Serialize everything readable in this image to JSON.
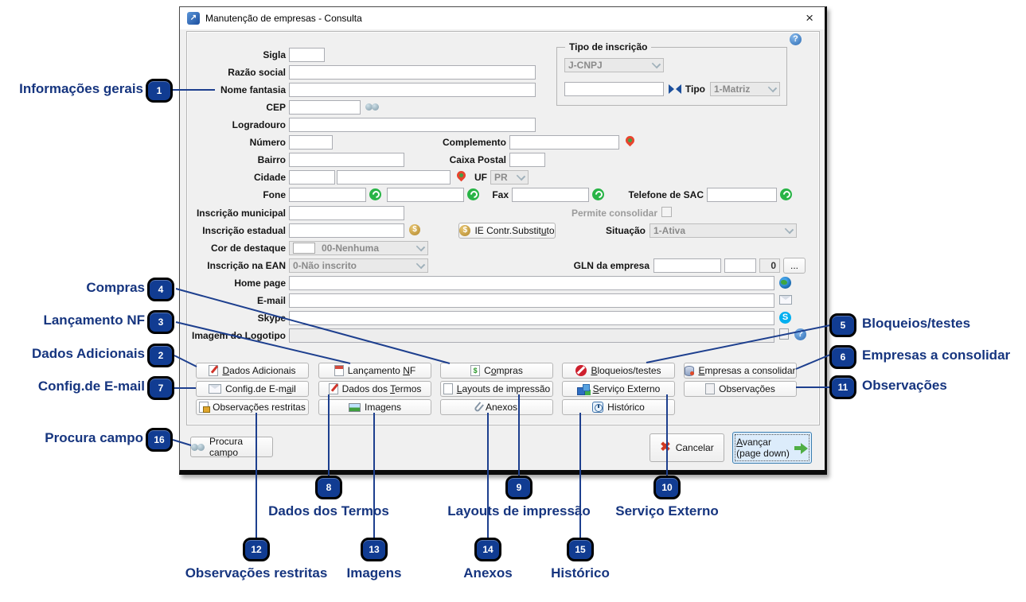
{
  "window": {
    "title": "Manutenção de empresas - Consulta",
    "close_glyph": "×"
  },
  "fields": {
    "sigla": "Sigla",
    "razao_social": "Razão social",
    "nome_fantasia": "Nome fantasia",
    "cep": "CEP",
    "logradouro": "Logradouro",
    "numero": "Número",
    "complemento": "Complemento",
    "bairro": "Bairro",
    "caixa_postal": "Caixa Postal",
    "cidade": "Cidade",
    "uf": "UF",
    "fone": "Fone",
    "fax": "Fax",
    "telefone_sac": "Telefone de SAC",
    "inscricao_municipal": "Inscrição municipal",
    "permite_consolidar": "Permite consolidar",
    "inscricao_estadual": "Inscrição estadual",
    "situacao": "Situação",
    "cor_destaque": "Cor de destaque",
    "inscricao_ean": "Inscrição na EAN",
    "gln_empresa": "GLN da empresa",
    "home_page": "Home page",
    "email": "E-mail",
    "skype": "Skype",
    "imagem_logotipo": "Imagem do Logotipo",
    "tipo": "Tipo"
  },
  "group_tipo_inscricao": {
    "legend": "Tipo de inscrição"
  },
  "values": {
    "tipo_inscricao": "J-CNPJ",
    "tipo": "1-Matriz",
    "uf": "PR",
    "situacao": "1-Ativa",
    "cor_destaque": "00-Nenhuma",
    "inscricao_ean": "0-Não inscrito",
    "gln_extra": "0"
  },
  "buttons": {
    "ie_contr": "IE Contr.Substituto",
    "dots": "...",
    "grid": [
      {
        "label": "Dados Adicionais",
        "icon": "notes-pencil-icon"
      },
      {
        "label": "Lançamento NF",
        "icon": "invoice-icon"
      },
      {
        "label": "Compras",
        "icon": "purchase-doc-icon"
      },
      {
        "label": "Bloqueios/testes",
        "icon": "block-icon"
      },
      {
        "label": "Empresas a consolidar",
        "icon": "database-icon"
      },
      {
        "label": "Config.de E-mail",
        "icon": "envelope-icon"
      },
      {
        "label": "Dados dos Termos",
        "icon": "terms-pencil-icon"
      },
      {
        "label": "Layouts de impressão",
        "icon": "document-icon"
      },
      {
        "label": "Serviço Externo",
        "icon": "cubes-icon"
      },
      {
        "label": "Observações",
        "icon": "note-icon"
      },
      {
        "label": "Observações restritas",
        "icon": "locked-note-icon"
      },
      {
        "label": "Imagens",
        "icon": "image-icon"
      },
      {
        "label": "Anexos",
        "icon": "paperclip-icon"
      },
      {
        "label": "Histórico",
        "icon": "clock-icon"
      }
    ],
    "procura_campo": "Procura campo",
    "cancelar": "Cancelar",
    "avancar_line1": "Avançar",
    "avancar_line2": "(page down)"
  },
  "icons": {
    "cep_lookup": "binoculars-icon",
    "phone": "whatsapp-icon",
    "map": "map-pin-icon",
    "state_registry": "gold-coin-icon",
    "help": "help-icon",
    "web": "globe-icon",
    "mail": "envelope-icon",
    "skype": "skype-icon",
    "logo_doc": "document-icon",
    "receita": "receita-federal-icon",
    "cancel": "red-x-icon",
    "forward": "green-arrow-icon"
  },
  "callouts": [
    {
      "n": "1",
      "label": "Informações gerais"
    },
    {
      "n": "2",
      "label": "Dados Adicionais"
    },
    {
      "n": "3",
      "label": "Lançamento NF"
    },
    {
      "n": "4",
      "label": "Compras"
    },
    {
      "n": "5",
      "label": "Bloqueios/testes"
    },
    {
      "n": "6",
      "label": "Empresas a consolidar"
    },
    {
      "n": "7",
      "label": "Config.de E-mail"
    },
    {
      "n": "8",
      "label": "Dados dos Termos"
    },
    {
      "n": "9",
      "label": "Layouts de impressão"
    },
    {
      "n": "10",
      "label": "Serviço Externo"
    },
    {
      "n": "11",
      "label": "Observações"
    },
    {
      "n": "12",
      "label": "Observações restritas"
    },
    {
      "n": "13",
      "label": "Imagens"
    },
    {
      "n": "14",
      "label": "Anexos"
    },
    {
      "n": "15",
      "label": "Histórico"
    },
    {
      "n": "16",
      "label": "Procura campo"
    }
  ]
}
